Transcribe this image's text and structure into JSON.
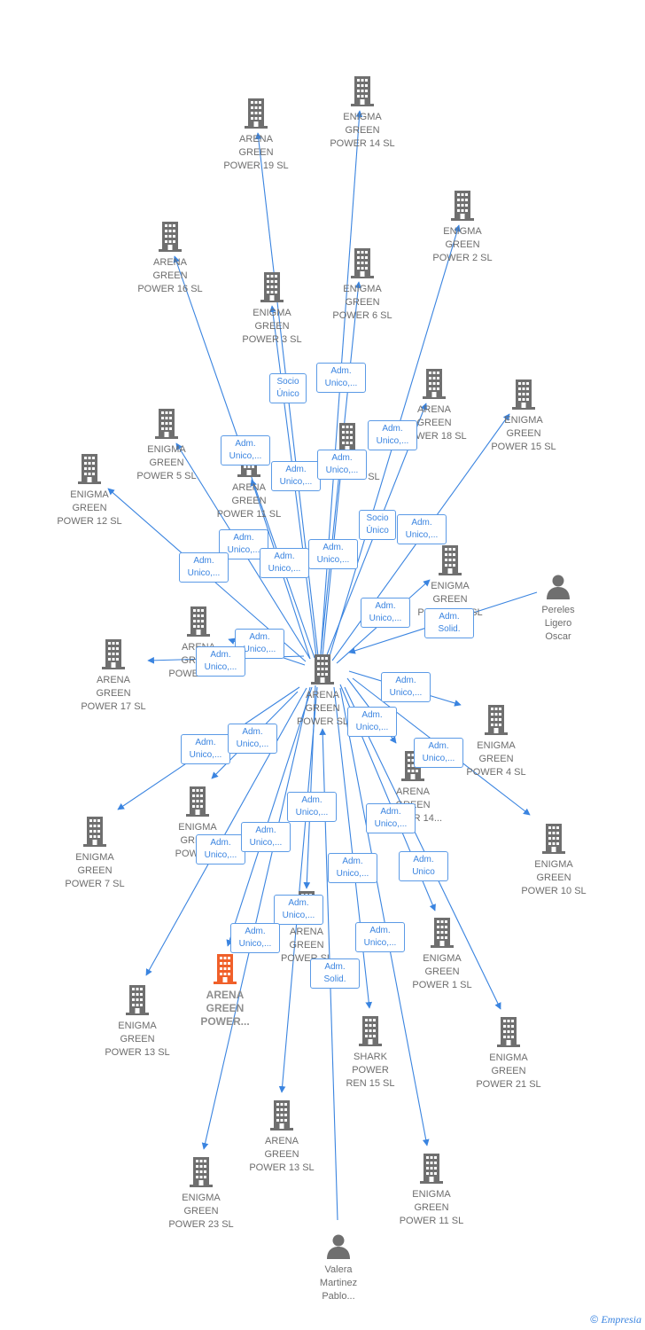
{
  "colors": {
    "edge": "#3a84e0",
    "building": "#6f6f6f",
    "focus": "#f0602a",
    "person": "#6f6f6f"
  },
  "center": {
    "label": "ARENA\nGREEN\nPOWER  SL"
  },
  "nodes": [
    {
      "id": "ag19",
      "type": "building",
      "label": "ARENA\nGREEN\nPOWER 19  SL"
    },
    {
      "id": "eg14",
      "type": "building",
      "label": "ENIGMA\nGREEN\nPOWER 14  SL"
    },
    {
      "id": "eg2",
      "type": "building",
      "label": "ENIGMA\nGREEN\nPOWER 2  SL"
    },
    {
      "id": "ag16",
      "type": "building",
      "label": "ARENA\nGREEN\nPOWER 16  SL"
    },
    {
      "id": "eg6",
      "type": "building",
      "label": "ENIGMA\nGREEN\nPOWER 6  SL"
    },
    {
      "id": "eg3",
      "type": "building",
      "label": "ENIGMA\nGREEN\nPOWER 3  SL"
    },
    {
      "id": "ag18",
      "type": "building",
      "label": "ARENA\nGREEN\nPOWER 18  SL"
    },
    {
      "id": "eg15",
      "type": "building",
      "label": "ENIGMA\nGREEN\nPOWER 15  SL"
    },
    {
      "id": "eg5",
      "type": "building",
      "label": "ENIGMA\nGREEN\nPOWER 5  SL"
    },
    {
      "id": "ag11",
      "type": "building",
      "label": "ARENA\nGREEN\nPOWER 11  SL"
    },
    {
      "id": "g15",
      "type": "building",
      "label": "GREEN\nPOWER 15  SL"
    },
    {
      "id": "eg12",
      "type": "building",
      "label": "ENIGMA\nGREEN\nPOWER 12  SL"
    },
    {
      "id": "eg22",
      "type": "building",
      "label": "ENIGMA\nGREEN\nPOWER 22  SL"
    },
    {
      "id": "pereles",
      "type": "person",
      "label": "Pereles\nLigero\nOscar"
    },
    {
      "id": "ag8",
      "type": "building",
      "label": "ARENA\nGREEN\nPOWER 8  SL"
    },
    {
      "id": "ag17",
      "type": "building",
      "label": "ARENA\nGREEN\nPOWER 17  SL"
    },
    {
      "id": "eg4",
      "type": "building",
      "label": "ENIGMA\nGREEN\nPOWER 4  SL"
    },
    {
      "id": "ag14",
      "type": "building",
      "label": "ARENA\nGREEN\nPOWER 14..."
    },
    {
      "id": "eg7",
      "type": "building",
      "label": "ENIGMA\nGREEN\nPOWER 7  SL"
    },
    {
      "id": "egx",
      "type": "building",
      "label": "ENIGMA\nGREEN\nPOWER..."
    },
    {
      "id": "eg10",
      "type": "building",
      "label": "ENIGMA\nGREEN\nPOWER 10  SL"
    },
    {
      "id": "agx",
      "type": "building",
      "label": "ARENA\nGREEN\nPOWER  SL"
    },
    {
      "id": "focus",
      "type": "focus",
      "label": "ARENA\nGREEN\nPOWER..."
    },
    {
      "id": "eg1",
      "type": "building",
      "label": "ENIGMA\nGREEN\nPOWER 1  SL"
    },
    {
      "id": "eg13",
      "type": "building",
      "label": "ENIGMA\nGREEN\nPOWER 13  SL"
    },
    {
      "id": "shark",
      "type": "building",
      "label": "SHARK\nPOWER\nREN 15  SL"
    },
    {
      "id": "eg21",
      "type": "building",
      "label": "ENIGMA\nGREEN\nPOWER 21  SL"
    },
    {
      "id": "ag13",
      "type": "building",
      "label": "ARENA\nGREEN\nPOWER 13  SL"
    },
    {
      "id": "eg23",
      "type": "building",
      "label": "ENIGMA\nGREEN\nPOWER 23  SL"
    },
    {
      "id": "eg11",
      "type": "building",
      "label": "ENIGMA\nGREEN\nPOWER 11  SL"
    },
    {
      "id": "valera",
      "type": "person",
      "label": "Valera\nMartinez\nPablo..."
    }
  ],
  "badges": [
    {
      "id": "b-socio-1",
      "text": "Socio\nÚnico"
    },
    {
      "id": "b-adm-1",
      "text": "Adm.\nUnico,..."
    },
    {
      "id": "b-adm-2",
      "text": "Adm.\nUnico,..."
    },
    {
      "id": "b-adm-3",
      "text": "Adm.\nUnico,..."
    },
    {
      "id": "b-adm-4",
      "text": "Adm.\nUnico,..."
    },
    {
      "id": "b-adm-5",
      "text": "Adm.\nUnico,..."
    },
    {
      "id": "b-socio-2",
      "text": "Socio\nÚnico"
    },
    {
      "id": "b-adm-6",
      "text": "Adm.\nUnico,..."
    },
    {
      "id": "b-adm-7",
      "text": "Adm.\nUnico,..."
    },
    {
      "id": "b-adm-8",
      "text": "Adm.\nUnico,..."
    },
    {
      "id": "b-adm-9",
      "text": "Adm.\nUnico,..."
    },
    {
      "id": "b-adm-10",
      "text": "Adm.\nUnico,..."
    },
    {
      "id": "b-adm-11",
      "text": "Adm.\nUnico,..."
    },
    {
      "id": "b-solid-1",
      "text": "Adm.\nSolid."
    },
    {
      "id": "b-adm-12",
      "text": "Adm.\nUnico,..."
    },
    {
      "id": "b-adm-13",
      "text": "Adm.\nUnico,..."
    },
    {
      "id": "b-adm-14",
      "text": "Adm.\nUnico,..."
    },
    {
      "id": "b-adm-15",
      "text": "Adm.\nUnico,..."
    },
    {
      "id": "b-adm-16",
      "text": "Adm.\nUnico,..."
    },
    {
      "id": "b-adm-17",
      "text": "Adm.\nUnico,..."
    },
    {
      "id": "b-adm-18",
      "text": "Adm.\nUnico,..."
    },
    {
      "id": "b-adm-19",
      "text": "Adm.\nUnico,..."
    },
    {
      "id": "b-adm-20",
      "text": "Adm.\nUnico,..."
    },
    {
      "id": "b-adm-21",
      "text": "Adm.\nUnico,..."
    },
    {
      "id": "b-adm-22",
      "text": "Adm.\nUnico,..."
    },
    {
      "id": "b-adm-23",
      "text": "Adm.\nUnico"
    },
    {
      "id": "b-adm-24",
      "text": "Adm.\nUnico,..."
    },
    {
      "id": "b-adm-25",
      "text": "Adm.\nUnico,..."
    },
    {
      "id": "b-adm-26",
      "text": "Adm.\nUnico,..."
    },
    {
      "id": "b-adm-27",
      "text": "Adm.\nUnico,..."
    },
    {
      "id": "b-solid-2",
      "text": "Adm.\nSolid."
    }
  ],
  "footer": {
    "copyright": "©",
    "brand": "Empresia"
  }
}
